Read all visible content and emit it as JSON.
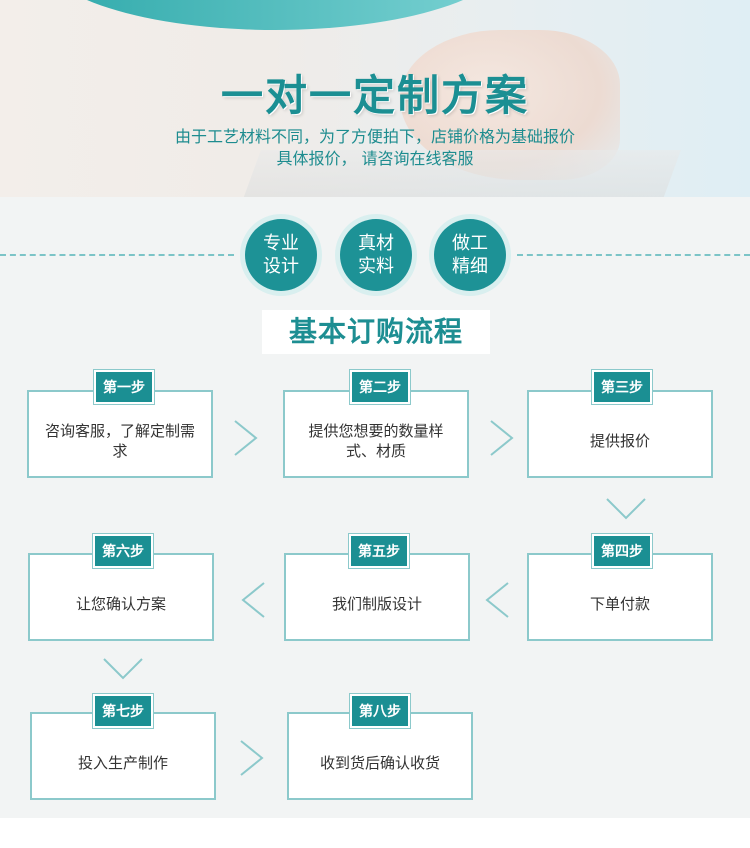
{
  "hero": {
    "title": "一对一定制方案",
    "subtitle_line1": "由于工艺材料不同，为了方便拍下，店铺价格为基础报价",
    "subtitle_line2": "具体报价， 请咨询在线客服"
  },
  "features": [
    {
      "line1": "专业",
      "line2": "设计"
    },
    {
      "line1": "真材",
      "line2": "实料"
    },
    {
      "line1": "做工",
      "line2": "精细"
    }
  ],
  "process": {
    "title": "基本订购流程",
    "steps": [
      {
        "tag": "第一步",
        "text": "咨询客服，了解定制需求"
      },
      {
        "tag": "第二步",
        "text": "提供您想要的数量样式、材质"
      },
      {
        "tag": "第三步",
        "text": "提供报价"
      },
      {
        "tag": "第四步",
        "text": "下单付款"
      },
      {
        "tag": "第五步",
        "text": "我们制版设计"
      },
      {
        "tag": "第六步",
        "text": "让您确认方案"
      },
      {
        "tag": "第七步",
        "text": "投入生产制作"
      },
      {
        "tag": "第八步",
        "text": "收到货后确认收货"
      }
    ]
  },
  "colors": {
    "accent": "#1b8f93",
    "border": "#8cc9cb",
    "panel": "#f2f4f4"
  }
}
